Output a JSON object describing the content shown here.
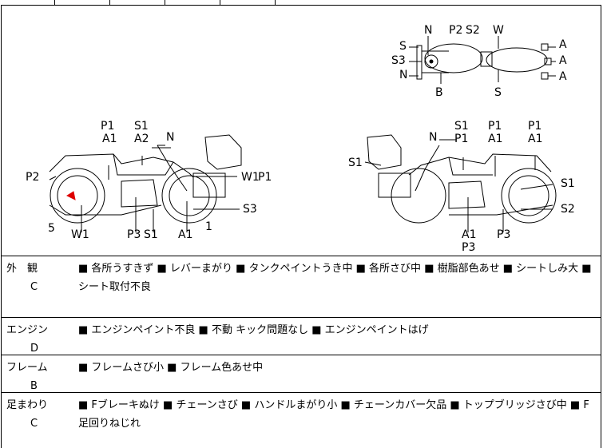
{
  "diagram": {
    "top_view": {
      "labels": [
        "N",
        "P2",
        "S2",
        "W",
        "S",
        "S3",
        "N",
        "A",
        "A",
        "A",
        "B",
        "S"
      ]
    },
    "left_view": {
      "labels": [
        "P1",
        "A1",
        "S1",
        "A2",
        "N",
        "P2",
        "W1",
        "P1",
        "5",
        "W1",
        "P3",
        "S1",
        "A1",
        "1",
        "S3"
      ]
    },
    "right_view": {
      "labels": [
        "S1",
        "P1",
        "N",
        "P1",
        "A1",
        "P1",
        "A1",
        "S1",
        "S1",
        "S2",
        "A1",
        "P3",
        "P3"
      ]
    }
  },
  "rows": [
    {
      "category": "外　観",
      "grade": "C",
      "items": "■ 各所うすきず ■ レバーまがり ■ タンクペイントうき中 ■ 各所さび中 ■ 樹脂部色あせ ■ シートしみ大 ■ シート取付不良"
    },
    {
      "category": "エンジン",
      "grade": "D",
      "items": "■ エンジンペイント不良 ■ 不動 キック問題なし ■ エンジンペイントはげ"
    },
    {
      "category": "フレーム",
      "grade": "B",
      "items": "■ フレームさび小 ■ フレーム色あせ中"
    },
    {
      "category": "足まわり",
      "grade": "C",
      "items": "■ Fブレーキぬけ ■ チェーンさび ■ ハンドルまがり小 ■ チェーンカバー欠品 ■ トップブリッジさび中 ■ F足回りねじれ"
    }
  ]
}
